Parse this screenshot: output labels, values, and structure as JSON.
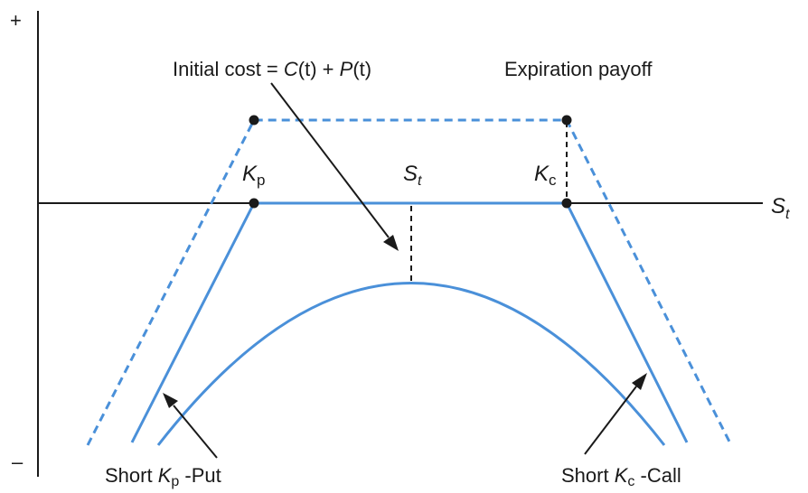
{
  "axis": {
    "plus": "+",
    "minus": "–",
    "x_label": "S",
    "x_label_sub": "t"
  },
  "labels": {
    "initial_cost": {
      "prefix": "Initial cost = ",
      "c": "C",
      "c_arg": "(t)",
      "plus": " + ",
      "p": "P",
      "p_arg": "(t)"
    },
    "expiration_payoff": "Expiration payoff",
    "kp": {
      "base": "K",
      "sub": "p"
    },
    "kc": {
      "base": "K",
      "sub": "c"
    },
    "st": {
      "base": "S",
      "sub": "t"
    },
    "short_put": {
      "prefix": "Short ",
      "k": "K",
      "sub": "p",
      "suffix": " -Put"
    },
    "short_call": {
      "prefix": "Short ",
      "k": "K",
      "sub": "c",
      "suffix": " -Call"
    }
  },
  "colors": {
    "payoff_blue": "#4a90d9",
    "ink": "#1a1a1a"
  }
}
